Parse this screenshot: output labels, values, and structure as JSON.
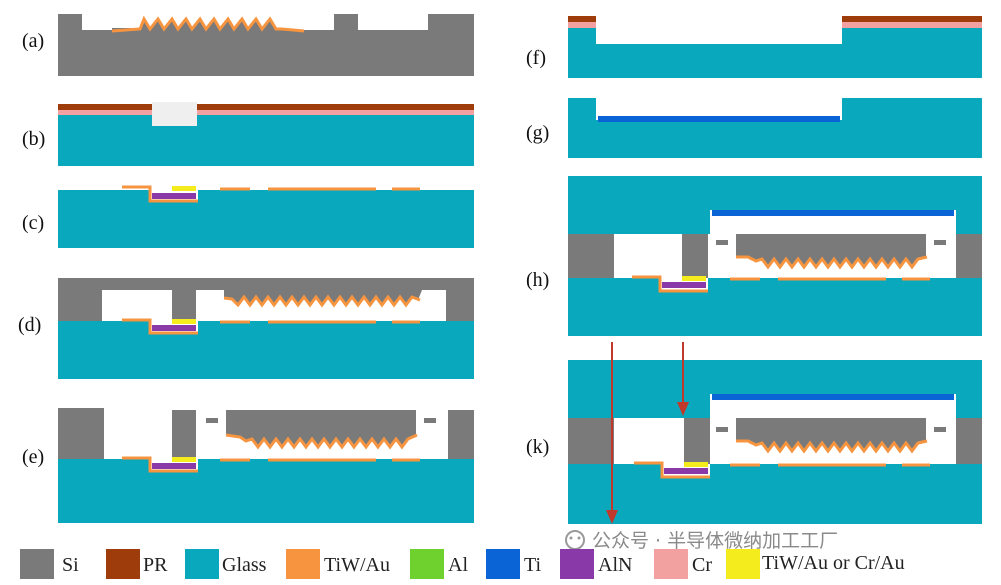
{
  "steps": [
    {
      "id": "a",
      "label": "(a)"
    },
    {
      "id": "b",
      "label": "(b)"
    },
    {
      "id": "c",
      "label": "(c)"
    },
    {
      "id": "d",
      "label": "(d)"
    },
    {
      "id": "e",
      "label": "(e)"
    },
    {
      "id": "f",
      "label": "(f)"
    },
    {
      "id": "g",
      "label": "(g)"
    },
    {
      "id": "h",
      "label": "(h)"
    },
    {
      "id": "k",
      "label": "(k)"
    }
  ],
  "legend": [
    {
      "label": "Si",
      "color": "#7a7a7a"
    },
    {
      "label": "PR",
      "color": "#9e3c0c"
    },
    {
      "label": "Glass",
      "color": "#0aa8bd"
    },
    {
      "label": "TiW/Au",
      "color": "#f79440"
    },
    {
      "label": "Al",
      "color": "#6fd12e"
    },
    {
      "label": "Ti",
      "color": "#0a64d6"
    },
    {
      "label": "AlN",
      "color": "#8a3aa8"
    },
    {
      "label": "Cr",
      "color": "#f2a0a0"
    },
    {
      "label": "TiW/Au or Cr/Au",
      "color": "#f5ec1e"
    }
  ],
  "watermark": "公众号 · 半导体微纳加工工厂",
  "colors": {
    "si": "#7a7a7a",
    "pr": "#9e3c0c",
    "glass": "#0aa8bd",
    "tiwau": "#f79440",
    "ti": "#0a64d6",
    "aln": "#8a3aa8",
    "cr": "#f2a0a0",
    "yellow": "#f5ec1e",
    "pr_opening": "#efefef",
    "via_arrow": "#c0392b"
  }
}
